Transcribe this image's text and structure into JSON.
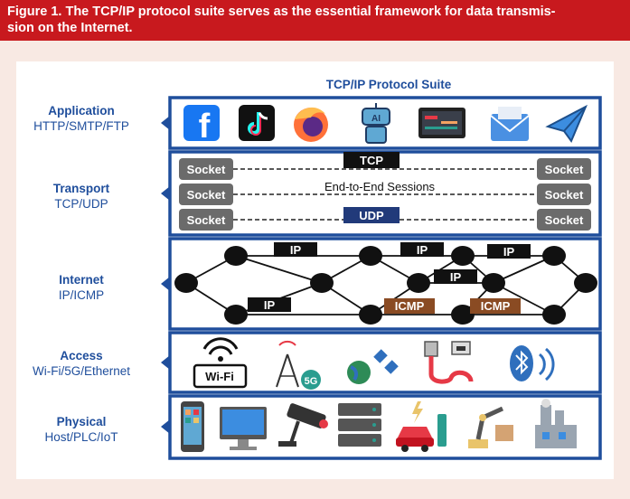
{
  "caption": "Figure 1. The TCP/IP protocol suite serves as the essential framework for data transmis-sion on the Internet.",
  "caption_lines": [
    "Figure 1. The TCP/IP protocol suite serves as the essential framework for data transmis-",
    "sion on the Internet."
  ],
  "suite_title": "TCP/IP Protocol Suite",
  "layers": [
    {
      "name": "Application",
      "protocols": "HTTP/SMTP/FTP"
    },
    {
      "name": "Transport",
      "protocols": "TCP/UDP"
    },
    {
      "name": "Internet",
      "protocols": "IP/ICMP"
    },
    {
      "name": "Access",
      "protocols": "Wi-Fi/5G/Ethernet"
    },
    {
      "name": "Physical",
      "protocols": "Host/PLC/IoT"
    }
  ],
  "transport": {
    "socket": "Socket",
    "tcp": "TCP",
    "udp": "UDP",
    "sessions": "End-to-End Sessions"
  },
  "internet": {
    "ip": "IP",
    "icmp": "ICMP"
  },
  "access": {
    "wifi": "Wi-Fi",
    "fiveg": "5G"
  },
  "icons": {
    "application": [
      "facebook-icon",
      "tiktok-icon",
      "firefox-icon",
      "ai-robot-icon",
      "dashboard-icon",
      "email-icon",
      "paper-plane-icon"
    ],
    "access": [
      "wifi-icon",
      "5g-tower-icon",
      "satellite-icon",
      "ethernet-cable-icon",
      "bluetooth-icon"
    ],
    "physical": [
      "tablet-icon",
      "monitor-icon",
      "security-camera-icon",
      "server-icon",
      "electric-car-icon",
      "robot-arm-icon",
      "factory-icon"
    ]
  },
  "colors": {
    "caption_bg": "#c8191e",
    "layer_blue": "#1f4e9c",
    "icmp_brown": "#8a4b23",
    "socket_gray": "#6b6b6b",
    "udp_blue": "#213a7a"
  }
}
